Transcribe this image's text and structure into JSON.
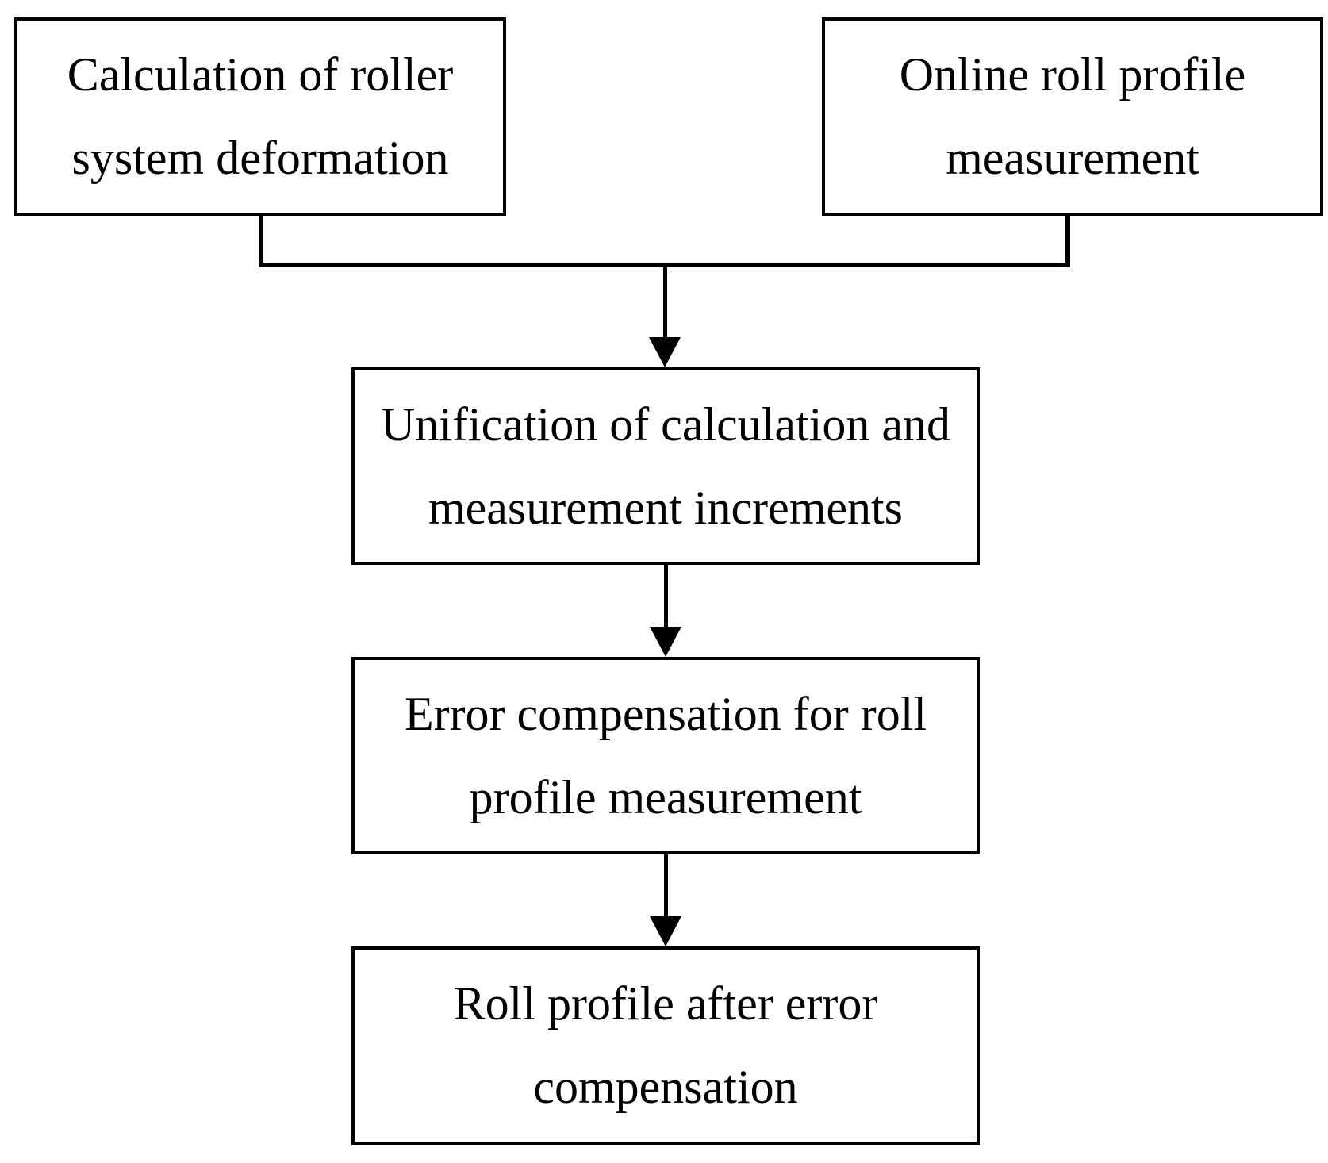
{
  "diagram_type": "flowchart",
  "colors": {
    "line": "#000000",
    "text": "#000000",
    "background": "#ffffff"
  },
  "boxes": {
    "calc_deformation": {
      "line1": "Calculation of roller",
      "line2": "system deformation",
      "text": "Calculation of roller system deformation"
    },
    "online_measurement": {
      "line1": "Online roll profile",
      "line2": "measurement",
      "text": "Online roll profile measurement"
    },
    "unification": {
      "line1": "Unification of calculation and",
      "line2": "measurement increments",
      "text": "Unification of calculation and measurement increments"
    },
    "error_compensation": {
      "line1": "Error compensation for roll",
      "line2": "profile measurement",
      "text": "Error compensation for roll profile measurement"
    },
    "compensated_profile": {
      "line1": "Roll profile after error",
      "line2": "compensation",
      "text": "Roll profile after error compensation"
    }
  },
  "connections": [
    {
      "from": "calc_deformation",
      "to": "unification",
      "type": "merge-arrow"
    },
    {
      "from": "online_measurement",
      "to": "unification",
      "type": "merge-arrow"
    },
    {
      "from": "unification",
      "to": "error_compensation",
      "type": "arrow"
    },
    {
      "from": "error_compensation",
      "to": "compensated_profile",
      "type": "arrow"
    }
  ]
}
